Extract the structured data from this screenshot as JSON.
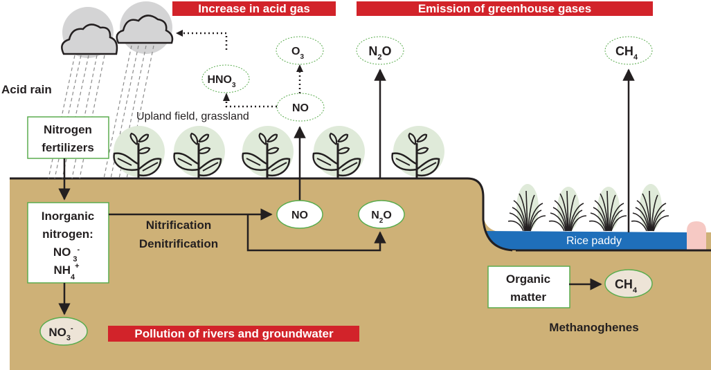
{
  "colors": {
    "soil": "#ceb177",
    "soil_outline": "#231f20",
    "banner_red": "#d2232a",
    "water_blue": "#1f6fba",
    "box_border_green": "#5aac4e",
    "plant_circle": "#dfead9",
    "cloud_circle": "#d4d4d5",
    "ellipse_fill_soil": "#ede4d7",
    "levee_pink": "#f6c9c4"
  },
  "banners": {
    "acid_gas": "Increase in acid gas",
    "greenhouse": "Emission of greenhouse gases",
    "pollution": "Pollution of rivers and groundwater"
  },
  "labels": {
    "acid_rain": "Acid rain",
    "upland": "Upland field, grassland",
    "nitrification": "Nitrification",
    "denitrification": "Denitrification",
    "rice_paddy": "Rice paddy",
    "methanogenes": "Methanoghenes"
  },
  "boxes": {
    "fertilizers": [
      "Nitrogen",
      "fertilizers"
    ],
    "inorganic": {
      "line1": "Inorganic",
      "line2": "nitrogen:",
      "no3_base": "NO",
      "no3_sub": "3",
      "no3_sup": "-",
      "nh4_base": "NH",
      "nh4_sub": "4",
      "nh4_sup": "+"
    },
    "organic": [
      "Organic",
      "matter"
    ]
  },
  "gases": {
    "hno3": {
      "base": "HNO",
      "sub": "3"
    },
    "o3": {
      "base": "O",
      "sub": "3"
    },
    "no_air": {
      "base": "NO"
    },
    "n2o_air": {
      "pre": "N",
      "sub": "2",
      "post": "O"
    },
    "ch4_air": {
      "base": "CH",
      "sub": "4"
    },
    "no_soil": {
      "base": "NO"
    },
    "n2o_soil": {
      "pre": "N",
      "sub": "2",
      "post": "O"
    },
    "ch4_soil": {
      "base": "CH",
      "sub": "4"
    },
    "no3_soil": {
      "base": "NO",
      "sub": "3",
      "sup": "-"
    }
  }
}
